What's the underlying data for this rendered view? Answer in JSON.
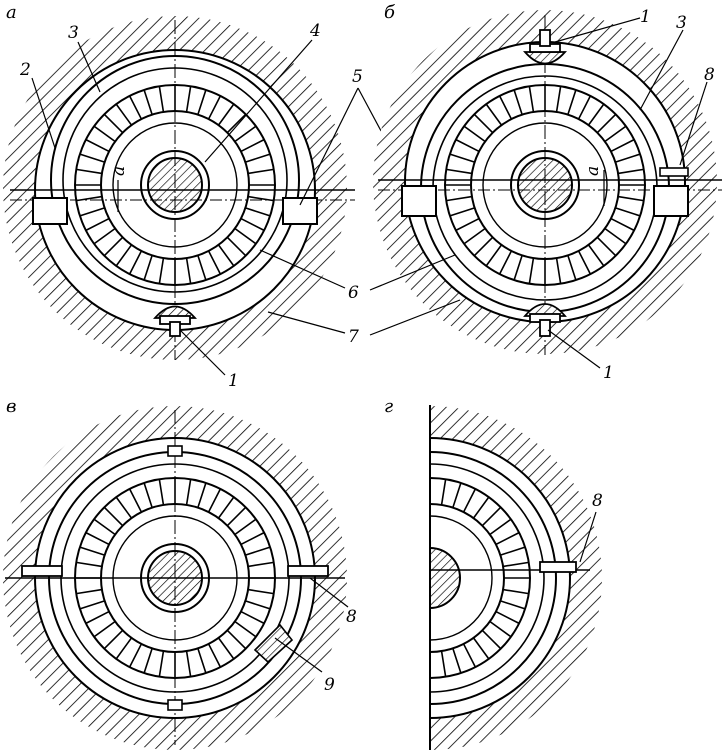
{
  "panels": [
    {
      "id": "a",
      "letter": "а"
    },
    {
      "id": "b",
      "letter": "б"
    },
    {
      "id": "v",
      "letter": "в"
    },
    {
      "id": "g",
      "letter": "г"
    }
  ],
  "labels": {
    "a_1": "1",
    "a_2": "2",
    "a_3": "3",
    "a_4": "4",
    "a_5": "5",
    "a_6": "6",
    "a_7": "7",
    "a_gap": "a",
    "b_1top": "1",
    "b_1bot": "1",
    "b_3": "3",
    "b_8": "8",
    "b_gap": "a",
    "v_8": "8",
    "v_9": "9",
    "g_8": "8"
  },
  "colors": {
    "ink": "#000000",
    "background": "#ffffff"
  }
}
